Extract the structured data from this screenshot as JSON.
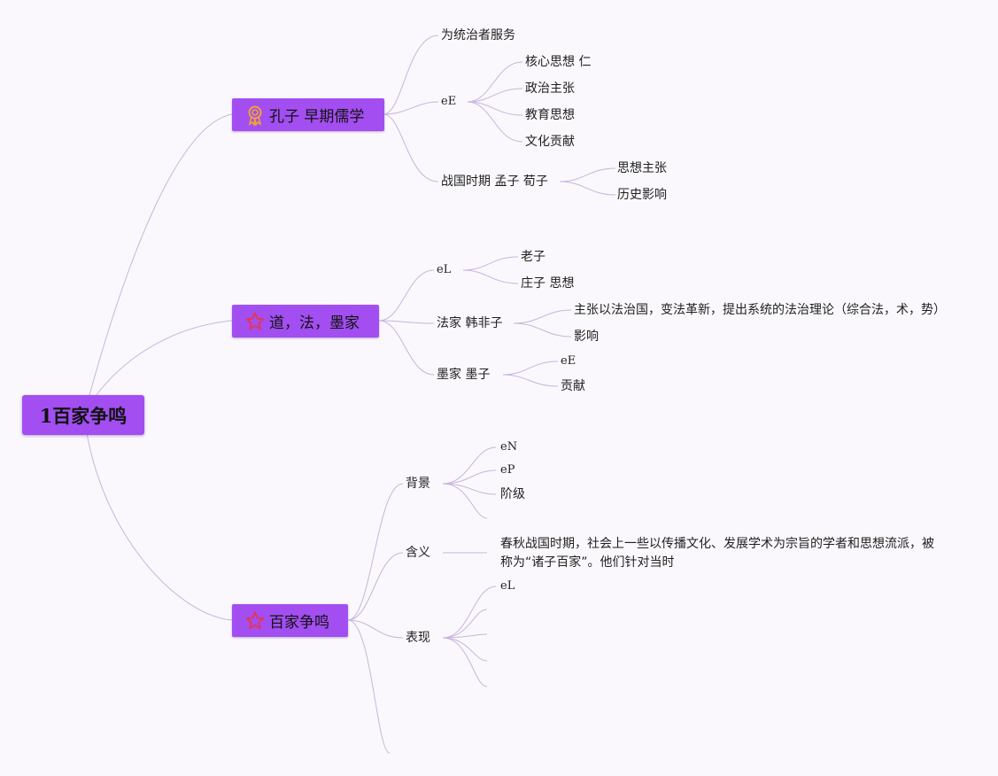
{
  "root": {
    "label": "1百家争鸣"
  },
  "branches": {
    "kongzi": {
      "label": "孔子 早期儒学",
      "icon": "award-ribbon-icon",
      "items": {
        "serve": "为统治者服务",
        "ee": "eE",
        "ee_children": [
          "核心思想 仁",
          "政治主张",
          "教育思想",
          "文化贡献"
        ],
        "zhanguo": "战国时期 孟子 荀子",
        "zhanguo_children": [
          "思想主张",
          "历史影响"
        ]
      }
    },
    "daofamo": {
      "label": "道，法，墨家",
      "icon": "star-icon",
      "items": {
        "el": "eL",
        "el_children": [
          "老子",
          "庄子 思想"
        ],
        "fajia": "法家 韩非子",
        "fajia_children": [
          "主张以法治国，变法革新，提出系统的法治理论（综合法，术，势）",
          "影响"
        ],
        "mojia": "墨家 墨子",
        "mojia_children": [
          "eE",
          "贡献"
        ]
      }
    },
    "baijia": {
      "label": "百家争鸣",
      "icon": "star-icon",
      "items": {
        "beijing": "背景",
        "beijing_children": [
          "eN",
          "eP",
          "阶级"
        ],
        "hanyi": "含义",
        "hanyi_text": "春秋战国时期，社会上一些以传播文化、发展学术为宗旨的学者和思想流派，被称为“诸子百家”。他们针对当时",
        "biaoxian": "表现",
        "biaoxian_children": [
          "eL"
        ]
      }
    }
  },
  "colors": {
    "node_fill": "#a24ef0",
    "link": "#c9b4de",
    "background": "#faf8fc",
    "star": "#e8344e",
    "award": "#f0a431"
  }
}
